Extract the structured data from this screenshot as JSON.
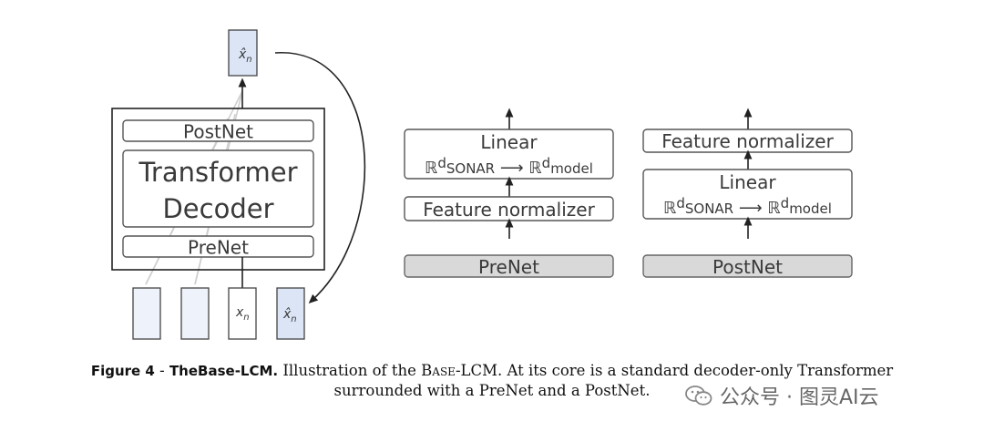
{
  "left": {
    "top_token": "x̂",
    "top_token_sub": "n",
    "postnet": "PostNet",
    "transformer_line1": "Transformer",
    "transformer_line2": "Decoder",
    "prenet": "PreNet",
    "input_tokens": [
      "",
      "",
      "x",
      "x̂"
    ],
    "input_subs": [
      "",
      "",
      "n",
      "n"
    ]
  },
  "middle": {
    "linear": "Linear",
    "mapping_prefix": "ℝ",
    "mapping_sup1": "d",
    "mapping_sub1": "SONAR",
    "arrow": "⟶",
    "mapping_sup2": "d",
    "mapping_sub2": "model",
    "feature_normalizer": "Feature normalizer",
    "base": "PreNet"
  },
  "right": {
    "feature_normalizer": "Feature normalizer",
    "linear": "Linear",
    "mapping_prefix": "ℝ",
    "mapping_sup1": "d",
    "mapping_sub1": "SONAR",
    "arrow": "⟶",
    "mapping_sup2": "d",
    "mapping_sub2": "model",
    "base": "PostNet"
  },
  "caption": {
    "label": "Figure 4",
    "dash": " - ",
    "title": "TheBase-LCM.",
    "text1": " Illustration of the ",
    "name": "Base-LCM",
    "text2": ". At its core is a standard decoder-only Transformer",
    "line2": "surrounded with a PreNet and a PostNet."
  },
  "watermark": {
    "text": "公众号 · 图灵AI云"
  },
  "colors": {
    "token_fill": "#e8eefa",
    "token_fill_highlight": "#d3e0f5",
    "box_stroke": "#555555",
    "base_fill": "#d9d9d9"
  }
}
